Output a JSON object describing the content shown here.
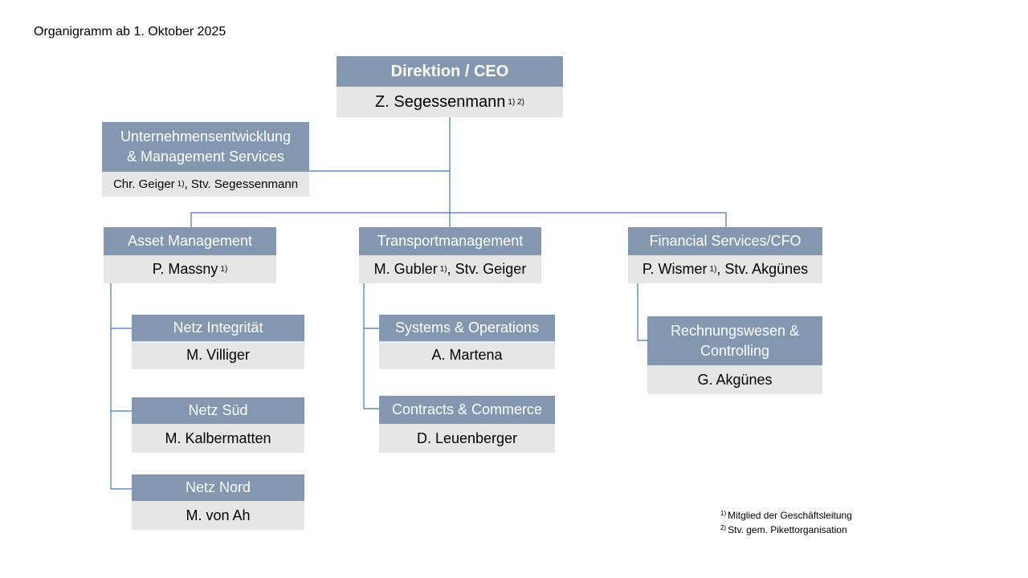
{
  "title": "Organigramm ab 1. Oktober 2025",
  "colors": {
    "header": "#8497B0",
    "body": "#E7E6E6",
    "connector": "#4472C4"
  },
  "units": {
    "ceo": {
      "title": "Direktion / CEO",
      "person": "Z. Segessenmann",
      "notes": "1) 2)"
    },
    "ue": {
      "title_line1": "Unternehmensentwicklung",
      "title_line2": "& Management Services",
      "person": "Chr. Geiger",
      "notes": "1)",
      "deputy": ", Stv. Segessenmann"
    },
    "asset": {
      "title": "Asset Management",
      "person": "P. Massny",
      "notes": "1)"
    },
    "transport": {
      "title": "Transportmanagement",
      "person": "M. Gubler",
      "notes": "1)",
      "deputy": ", Stv. Geiger"
    },
    "finance": {
      "title": "Financial Services/CFO",
      "person": "P. Wismer",
      "notes": "1)",
      "deputy": ", Stv. Akgünes"
    },
    "netz_integritaet": {
      "title": "Netz Integrität",
      "person": "M. Villiger"
    },
    "netz_sued": {
      "title": "Netz Süd",
      "person": "M. Kalbermatten"
    },
    "netz_nord": {
      "title": "Netz Nord",
      "person": "M. von Ah"
    },
    "systems": {
      "title": "Systems & Operations",
      "person": "A. Martena"
    },
    "contracts": {
      "title": "Contracts & Commerce",
      "person": "D. Leuenberger"
    },
    "rechnung": {
      "title_line1": "Rechnungswesen &",
      "title_line2": "Controlling",
      "person": "G. Akgünes"
    }
  },
  "footnotes": [
    {
      "mark": "1)",
      "text": "Mitglied der Geschäftsleitung"
    },
    {
      "mark": "2)",
      "text": "Stv. gem. Pikettorganisation"
    }
  ]
}
